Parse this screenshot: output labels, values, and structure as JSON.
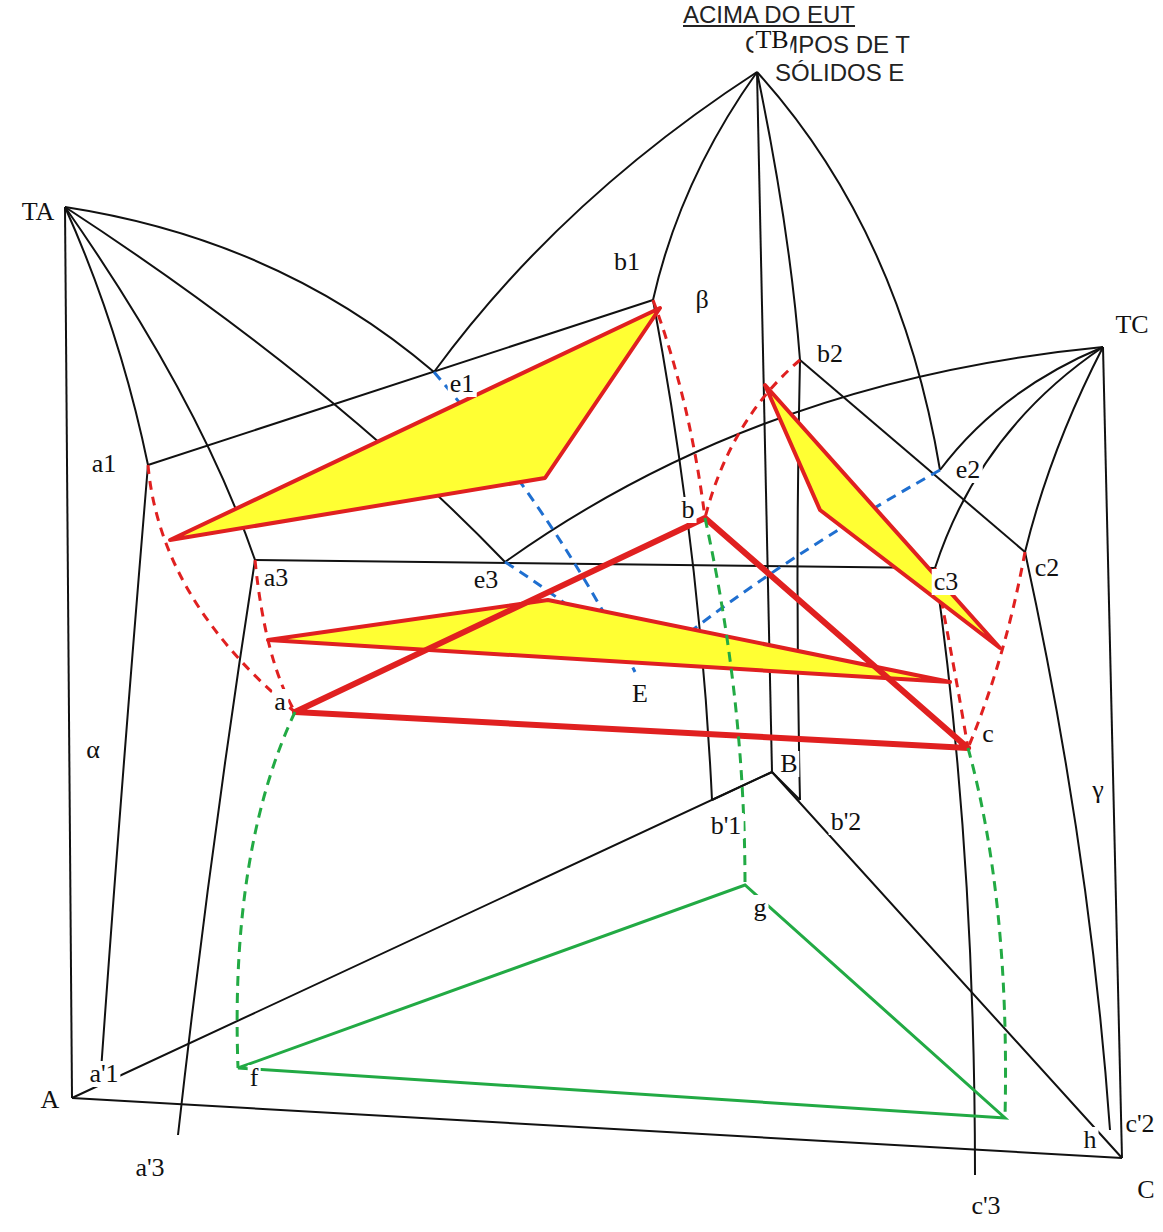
{
  "diagram": {
    "title": "ACIMA DO EUT",
    "labels": [
      "CAMPOS DE T",
      "SÓLIDOS E",
      "TB",
      "TA",
      "TC",
      "b1",
      "β",
      "b2",
      "e1",
      "e2",
      "a1",
      "b",
      "a3",
      "e3",
      "c3",
      "c2",
      "E",
      "a",
      "c",
      "α",
      "b'1",
      "B",
      "b'2",
      "γ",
      "g",
      "a'1",
      "f",
      "A",
      "a'3",
      "h",
      "c'2",
      "C",
      "c'3"
    ]
  }
}
